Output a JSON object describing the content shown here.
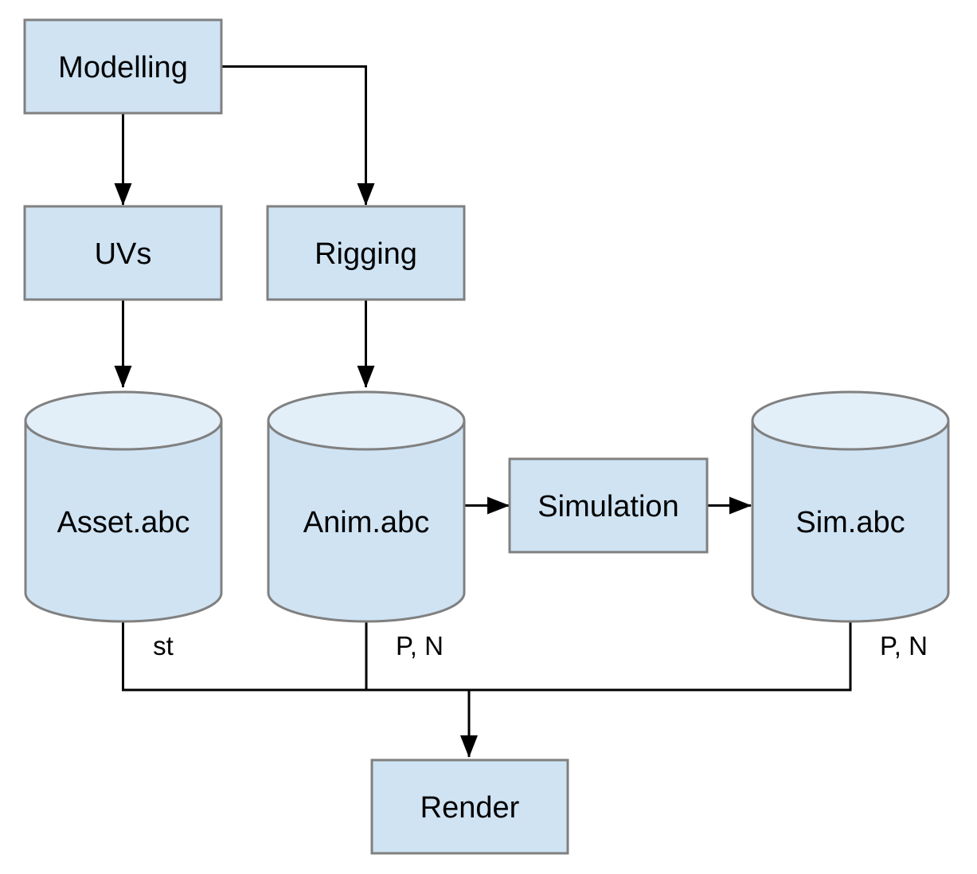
{
  "diagram": {
    "type": "flowchart",
    "nodes": {
      "modelling": {
        "label": "Modelling",
        "shape": "box"
      },
      "uvs": {
        "label": "UVs",
        "shape": "box"
      },
      "rigging": {
        "label": "Rigging",
        "shape": "box"
      },
      "asset_abc": {
        "label": "Asset.abc",
        "shape": "cylinder"
      },
      "anim_abc": {
        "label": "Anim.abc",
        "shape": "cylinder"
      },
      "simulation": {
        "label": "Simulation",
        "shape": "box"
      },
      "sim_abc": {
        "label": "Sim.abc",
        "shape": "cylinder"
      },
      "render": {
        "label": "Render",
        "shape": "box"
      }
    },
    "edge_labels": {
      "asset_out": "st",
      "anim_out": "P, N",
      "sim_out": "P, N"
    },
    "edges": [
      {
        "from": "modelling",
        "to": "uvs"
      },
      {
        "from": "modelling",
        "to": "rigging"
      },
      {
        "from": "uvs",
        "to": "asset_abc"
      },
      {
        "from": "rigging",
        "to": "anim_abc"
      },
      {
        "from": "anim_abc",
        "to": "simulation"
      },
      {
        "from": "simulation",
        "to": "sim_abc"
      },
      {
        "from": "asset_abc",
        "to": "render",
        "label": "st"
      },
      {
        "from": "anim_abc",
        "to": "render",
        "label": "P, N"
      },
      {
        "from": "sim_abc",
        "to": "render",
        "label": "P, N"
      }
    ],
    "colors": {
      "node_fill": "#cfe3f3",
      "cylinder_top_fill": "#e2eef8",
      "node_stroke": "#808080",
      "edge_color": "#000000",
      "text_color": "#000000",
      "background": "#ffffff"
    }
  }
}
